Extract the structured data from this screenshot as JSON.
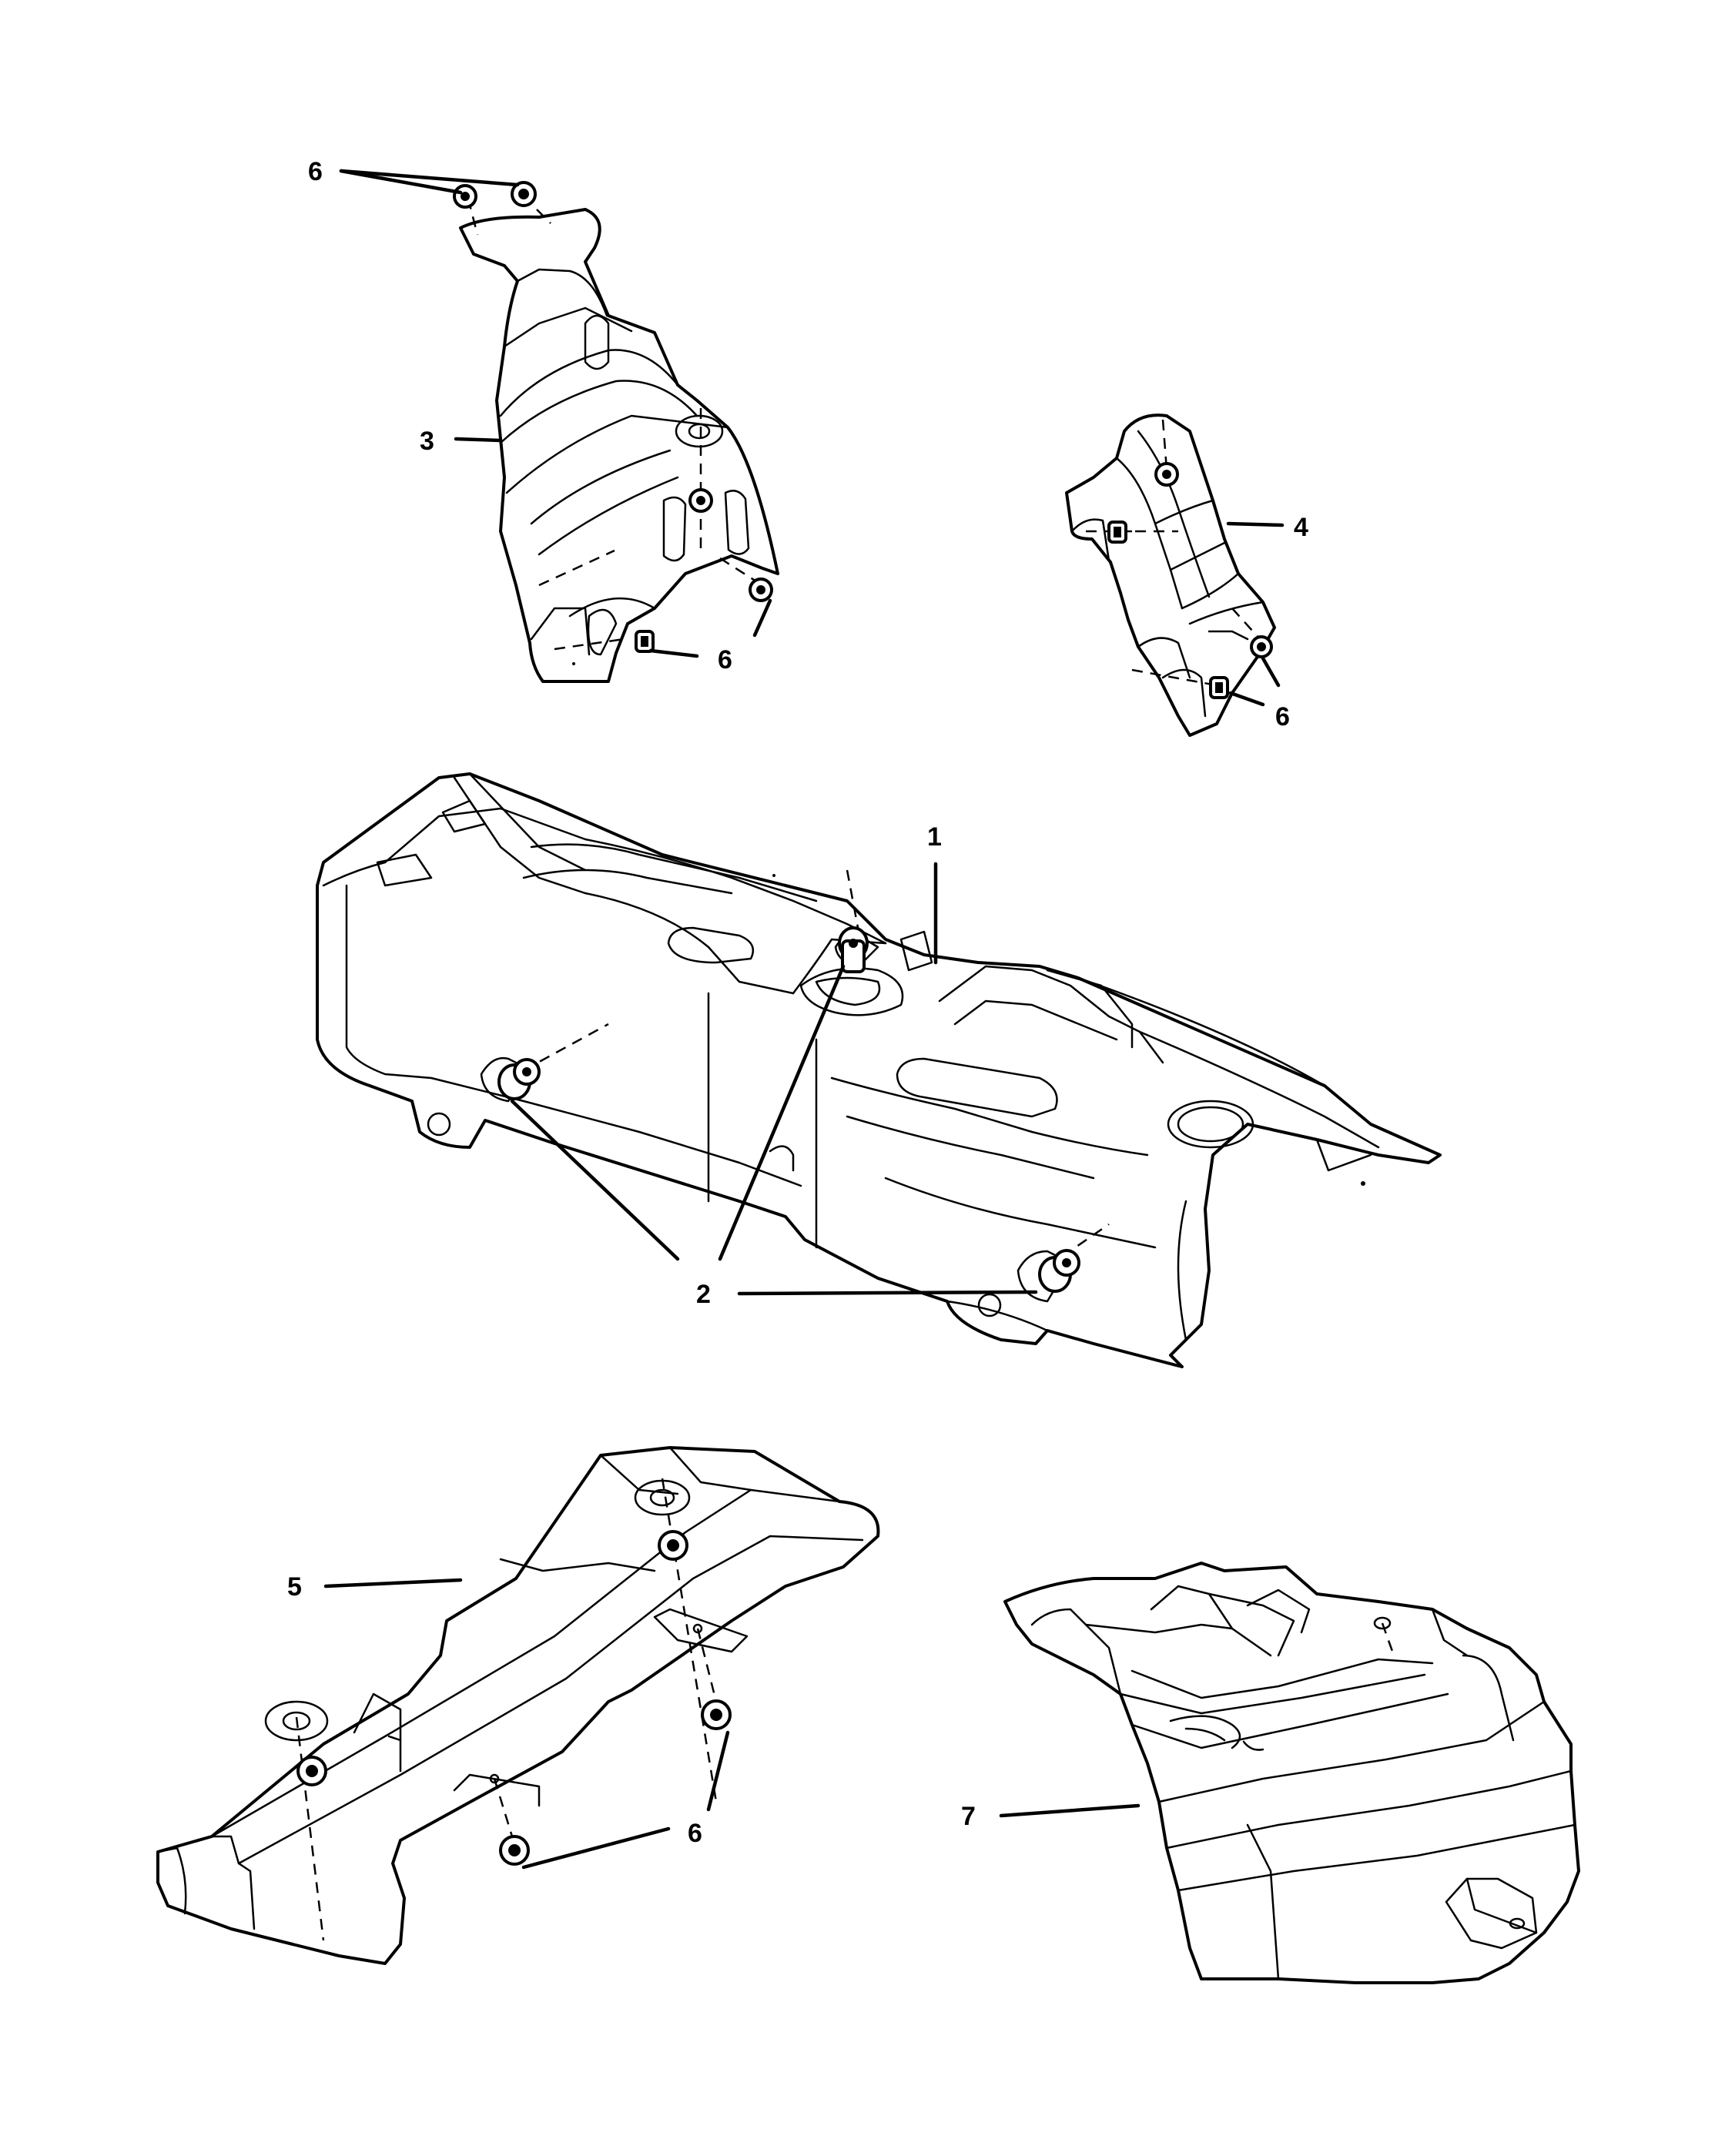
{
  "callouts": {
    "c1": "1",
    "c2": "2",
    "c3": "3",
    "c4": "4",
    "c5": "5",
    "c6a": "6",
    "c6b": "6",
    "c6c": "6",
    "c6d": "6",
    "c7": "7"
  }
}
